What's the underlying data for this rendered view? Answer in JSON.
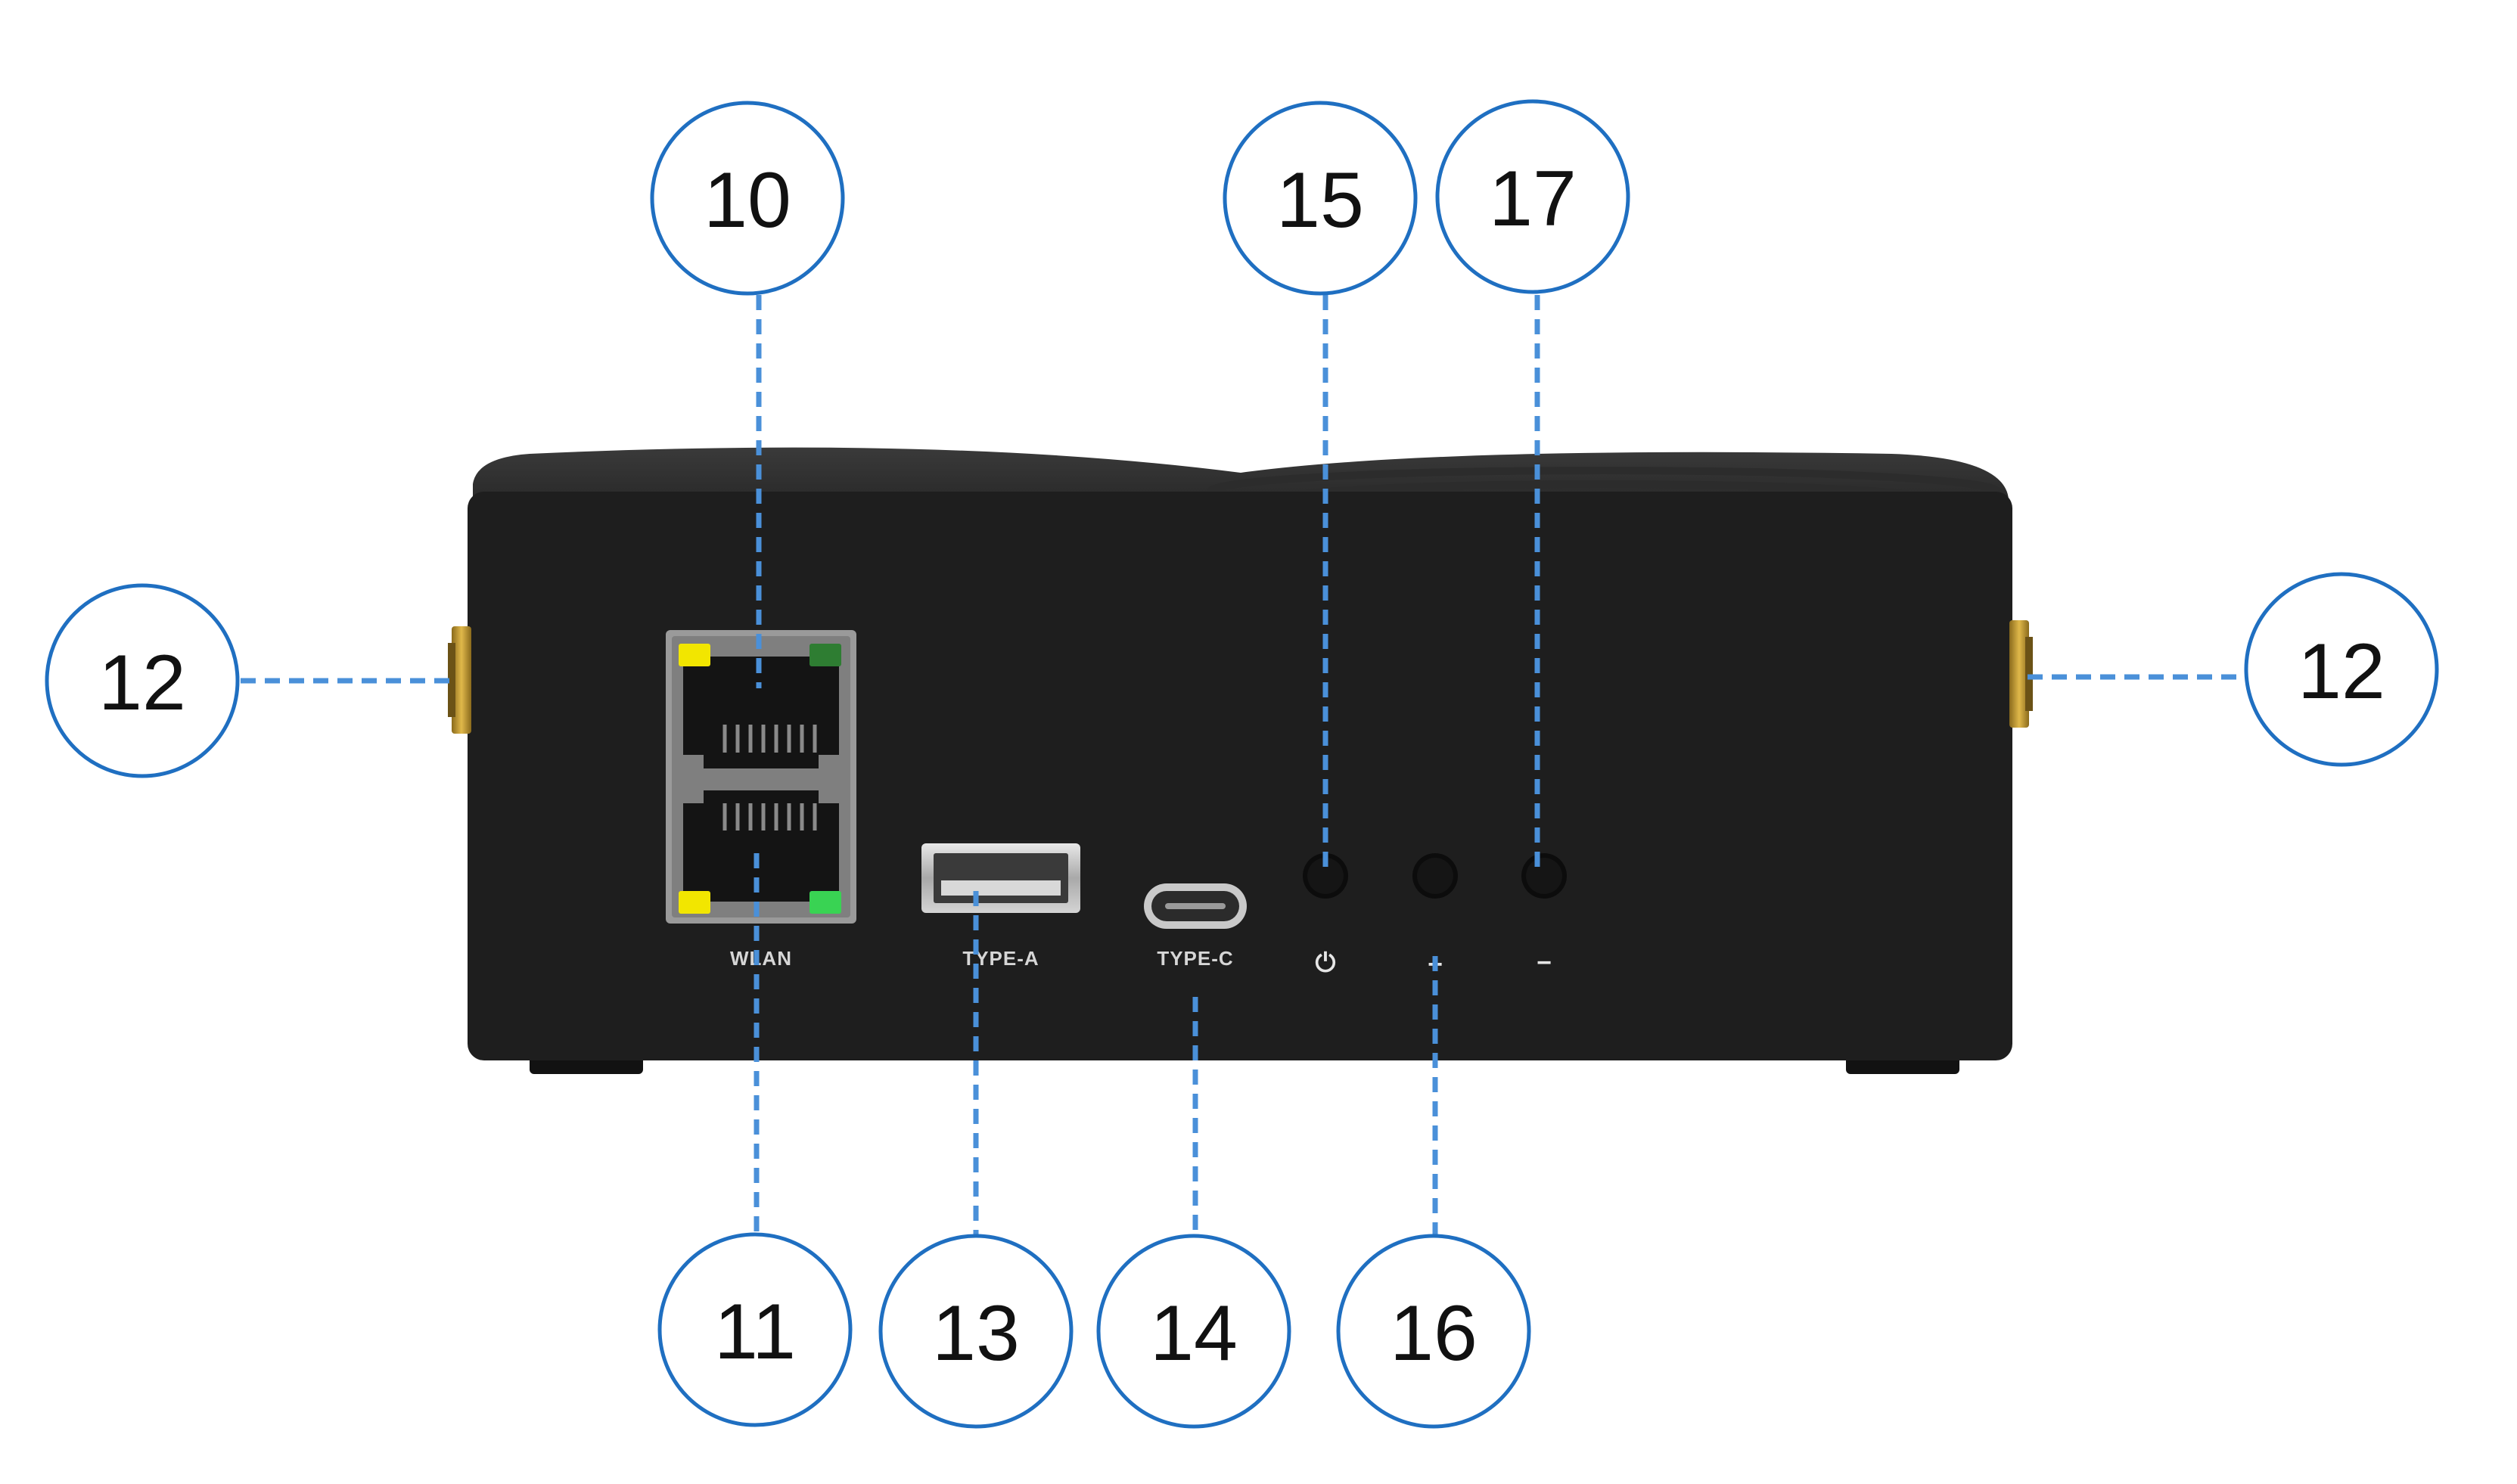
{
  "colors": {
    "callout_stroke": "#1f6fc1",
    "leader_line": "#4a90d9",
    "device_body": "#1e1e1e",
    "led_yellow": "#f2e600",
    "led_green_dark": "#2e7d32",
    "led_green_bright": "#39d353",
    "antenna_gold": "#b8902c"
  },
  "port_labels": {
    "wlan": "WLAN",
    "type_a": "TYPE-A",
    "type_c": "TYPE-C"
  },
  "button_symbols": {
    "power": "⏻",
    "plus": "+",
    "minus": "−"
  },
  "callouts": [
    {
      "id": "c10",
      "number": "10"
    },
    {
      "id": "c11",
      "number": "11"
    },
    {
      "id": "c12-left",
      "number": "12"
    },
    {
      "id": "c12-right",
      "number": "12"
    },
    {
      "id": "c13",
      "number": "13"
    },
    {
      "id": "c14",
      "number": "14"
    },
    {
      "id": "c15",
      "number": "15"
    },
    {
      "id": "c16",
      "number": "16"
    },
    {
      "id": "c17",
      "number": "17"
    }
  ]
}
